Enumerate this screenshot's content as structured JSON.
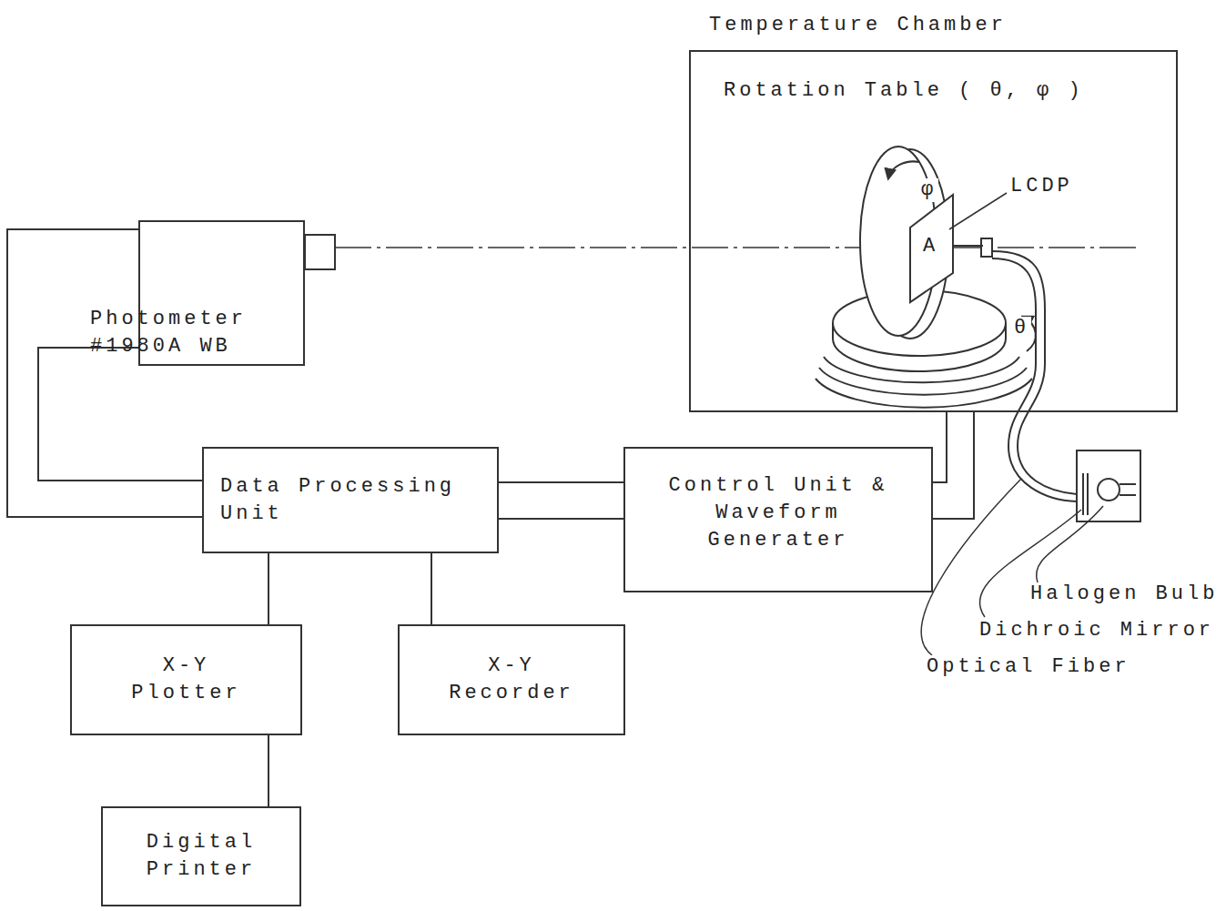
{
  "diagram": {
    "nodes": [
      {
        "text": [
          "Temperature Chamber",
          "Rotation Table ( θ, φ )"
        ]
      },
      {
        "text": [
          "Photometer #1980A WB"
        ]
      },
      {
        "text": [
          "Data Processing Unit"
        ]
      },
      {
        "text": [
          "Control Unit & Waveform Generater"
        ]
      },
      {
        "text": [
          "X-Y Plotter"
        ]
      },
      {
        "text": [
          "X-Y Recorder"
        ]
      },
      {
        "text": [
          "Digital Printer"
        ]
      }
    ],
    "edges": [
      {
        "from": 1,
        "to": 2,
        "arrow": "none"
      },
      {
        "from": 1,
        "to": 2,
        "arrow": "none"
      },
      {
        "from": 2,
        "to": 3,
        "arrow": "none"
      },
      {
        "from": 2,
        "to": 3,
        "arrow": "none"
      },
      {
        "from": 3,
        "to": 0,
        "arrow": "none"
      },
      {
        "from": 3,
        "to": 0,
        "arrow": "none"
      },
      {
        "from": 2,
        "to": 4,
        "arrow": "none"
      },
      {
        "from": 2,
        "to": 5,
        "arrow": "none"
      },
      {
        "from": 4,
        "to": 6,
        "arrow": "none"
      }
    ],
    "labels": [
      "LCDP",
      "φ",
      "θ",
      "A",
      "Halogen Bulb",
      "Dichroic Mirror",
      "Optical Fiber"
    ]
  }
}
